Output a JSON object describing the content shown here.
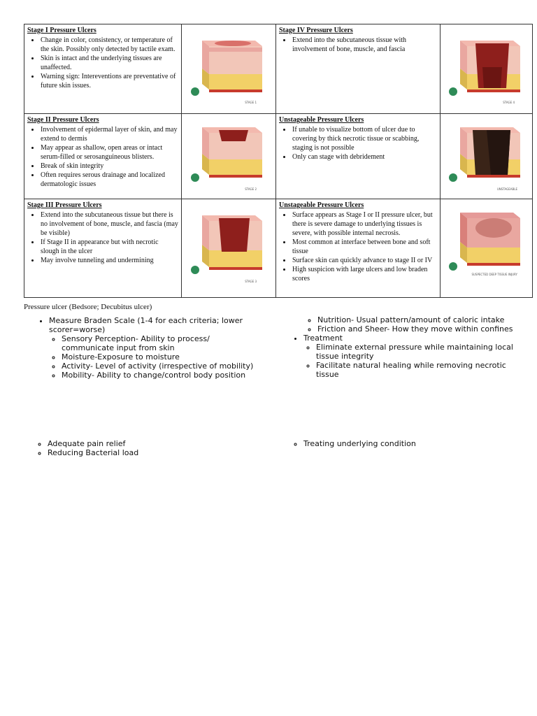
{
  "stages": [
    {
      "title": "Stage I Pressure Ulcers",
      "bullets": [
        "Change in color, consistency, or temperature of the skin. Possibly only detected by tactile exam.",
        "Skin is intact and the underlying tissues are unaffected.",
        "Warning sign: Intereventions are preventative of future skin issues."
      ],
      "image_label": "STAGE 1"
    },
    {
      "title": "Stage IV Pressure Ulcers",
      "bullets": [
        "Extend into the subcutaneous tissue with involvement of bone, muscle, and fascia"
      ],
      "image_label": "STAGE 4"
    },
    {
      "title": "Stage II Pressure Ulcers",
      "bullets": [
        "Involvement of epidermal layer of skin, and may extend to dermis",
        "May appear as shallow, open areas or intact serum-filled or serosanguineous blisters.",
        "Break of skin integrity",
        "Often requires serous drainage and localized dermatologic issues"
      ],
      "image_label": "STAGE 2"
    },
    {
      "title": "Unstageable  Pressure Ulcers",
      "bullets": [
        "If unable to visualize bottom of ulcer due to covering by thick necrotic tissue or scabbing, staging is not possible",
        "Only can stage with debridement"
      ],
      "image_label": "UNSTAGEABLE"
    },
    {
      "title": "Stage III Pressure Ulcers",
      "bullets": [
        "Extend into the subcutaneous tissue but there is no involvement of bone, muscle, and fascia (may be visible)",
        "If Stage II in appearance but with necrotic slough in the ulcer",
        "May involve tunneling and undermining"
      ],
      "image_label": "STAGE 3"
    },
    {
      "title": "Unstageable  Pressure Ulcers",
      "bullets": [
        "Surface appears as Stage I or II pressure ulcer, but there is severe damage to underlying tissues is severe, with possible internal necrosis.",
        "Most common at interface between bone and soft tissue",
        "Surface skin can quickly advance to stage II or IV",
        "High suspicion with large ulcers and low braden scores"
      ],
      "image_label": "SUSPECTED DEEP TISSUE INJURY"
    }
  ],
  "caption": "Pressure ulcer (Bedsore; Decubitus ulcer)",
  "braden": {
    "heading": "Measure Braden Scale (1-4 for each criteria; lower scorer=worse)",
    "items": [
      "Sensory Perception- Ability to process/ communicate input from skin",
      "Moisture-Exposure to moisture",
      "Activity- Level of activity (irrespective of mobility)",
      "Mobility- Ability to change/control body position",
      "Nutrition- Usual pattern/amount of caloric intake",
      "Friction and Sheer- How they move within confines"
    ]
  },
  "treatment": {
    "heading": "Treatment",
    "items": [
      "Eliminate external pressure while maintaining local tissue integrity",
      "Facilitate natural healing while removing necrotic tissue",
      "Adequate pain relief",
      "Reducing Bacterial load",
      "Treating underlying condition"
    ]
  },
  "colors": {
    "skin": "#e9a7a0",
    "dermis": "#f2c6b8",
    "fat": "#f2d067",
    "fascia": "#c73b2c",
    "wound": "#8e1f1c",
    "eschar": "#3a2418",
    "logo": "#2e8b57"
  }
}
